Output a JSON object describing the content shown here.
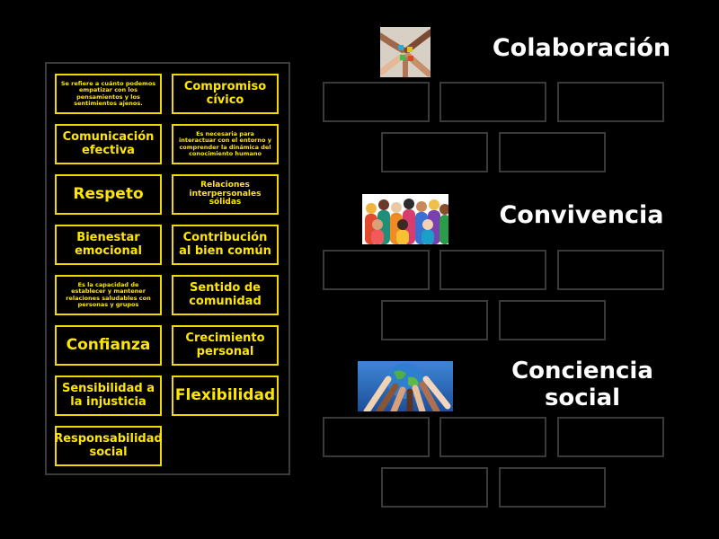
{
  "tiles": [
    {
      "text": "Se refiere a cuánto podemos empatizar con los pensamientos y los sentimientos ajenos."
    },
    {
      "text": "Compromiso cívico"
    },
    {
      "text": "Comunicación efectiva"
    },
    {
      "text": "Es necesaria para interactuar con el entorno y comprender la dinámica del conocimiento humano"
    },
    {
      "text": "Respeto"
    },
    {
      "text": "Relaciones interpersonales sólidas"
    },
    {
      "text": "Bienestar emocional"
    },
    {
      "text": "Contribución al bien común"
    },
    {
      "text": "Es la capacidad de establecer y mantener relaciones saludables con personas y grupos"
    },
    {
      "text": "Sentido de comunidad"
    },
    {
      "text": "Confianza"
    },
    {
      "text": "Crecimiento personal"
    },
    {
      "text": "Sensibilidad a la injusticia"
    },
    {
      "text": "Flexibilidad"
    },
    {
      "text": "Responsabilidad social"
    }
  ],
  "groups": [
    {
      "title": "Colaboración",
      "image": "hands-puzzle-pieces-image"
    },
    {
      "title": "Convivencia",
      "image": "diverse-crowd-image"
    },
    {
      "title": "Conciencia social",
      "image": "hands-around-globe-image"
    }
  ],
  "colors": {
    "background": "#000000",
    "tile_border": "#f2d900",
    "tile_text": "#ffe600",
    "slot_border": "#3a3a3a",
    "heading_text": "#ffffff"
  }
}
